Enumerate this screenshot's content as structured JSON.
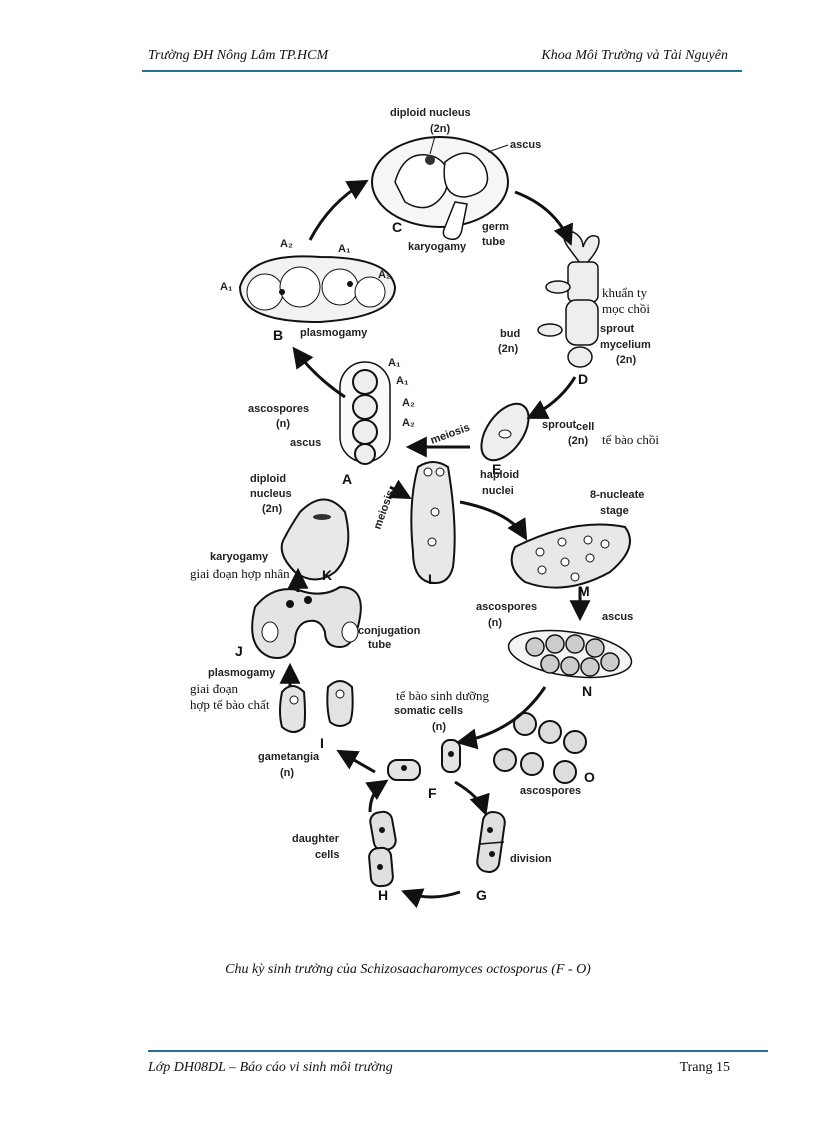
{
  "header": {
    "left": "Trường ĐH Nông Lâm TP.HCM",
    "right": "Khoa Môi Trường và Tài Nguyên"
  },
  "figure": {
    "stage_letters": [
      "A",
      "B",
      "C",
      "D",
      "E",
      "F",
      "G",
      "H",
      "I",
      "J",
      "K",
      "L",
      "M",
      "N",
      "O"
    ],
    "labels": {
      "diploid_nucleus_top": "diploid nucleus",
      "two_n": "(2n)",
      "ascus_top": "ascus",
      "germ": "germ",
      "tube": "tube",
      "karyogamy_top": "karyogamy",
      "a1": "A₁",
      "a2": "A₂",
      "plasmogamy_b": "plasmogamy",
      "bud": "bud",
      "sprout": "sprout",
      "mycelium": "mycelium",
      "ascospores_a": "ascospores",
      "n": "(n)",
      "ascus_a": "ascus",
      "meiosis": "meiosis",
      "sprout_cell_1": "sprout",
      "sprout_cell_2": "cell",
      "haploid": "haploid",
      "nuclei": "nuclei",
      "diploid_k": "diploid",
      "nucleus_k": "nucleus",
      "eight_nucleate": "8-nucleate",
      "stage": "stage",
      "karyogamy_k": "karyogamy",
      "ascospores_n": "ascospores",
      "ascus_n": "ascus",
      "conjugation": "conjugation",
      "tube_j": "tube",
      "plasmogamy_j": "plasmogamy",
      "somatic_cells": "somatic cells",
      "gametangia": "gametangia",
      "ascospores_o": "ascospores",
      "daughter": "daughter",
      "cells": "cells",
      "division": "division"
    },
    "vn_labels": {
      "khuan_ty": "khuẩn ty",
      "moc_choi": "mọc chồi",
      "te_bao_choi": "tế bào chồi",
      "giai_doan_hop_nhan": "giai đoạn hợp nhân",
      "giai_doan": "giai đoạn",
      "hop_te_bao_chat": "hợp tế bào chất",
      "te_bao_sinh_duong": "tế bào sinh dưỡng"
    }
  },
  "caption": "Chu kỳ sinh trưởng của Schizosaacharomyces octosporus (F  - O)",
  "footer": {
    "left": "Lớp DH08DL – Báo cáo vi sinh môi trường",
    "right": "Trang 15"
  }
}
